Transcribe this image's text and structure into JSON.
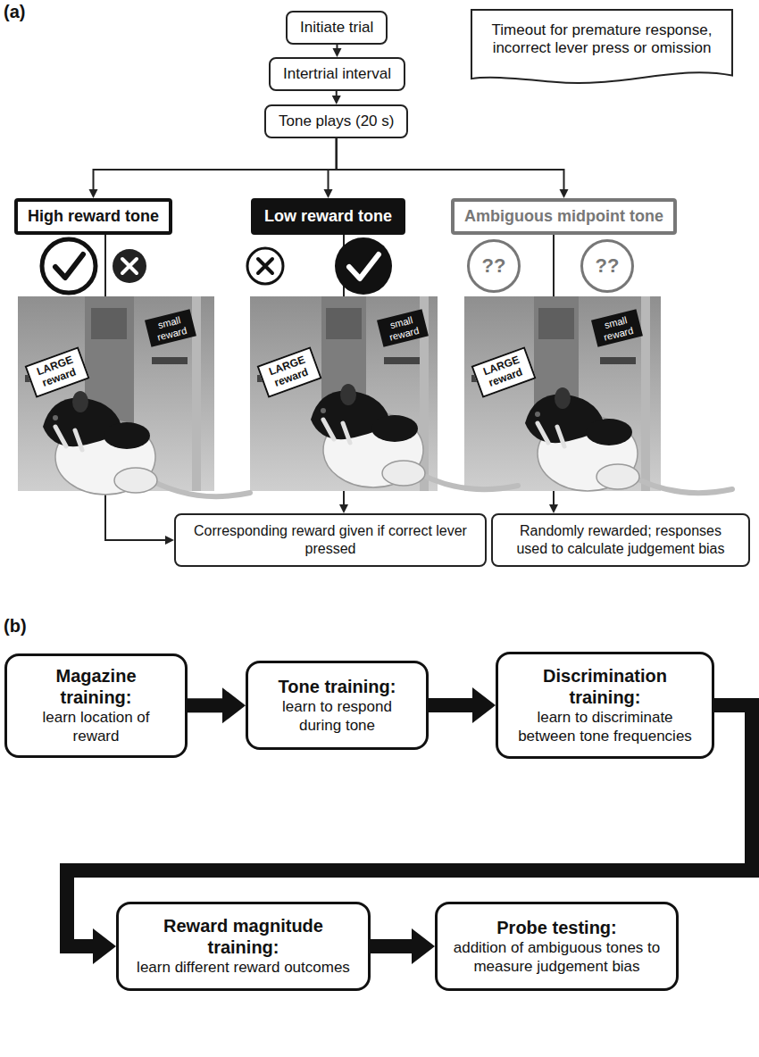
{
  "diagram": {
    "nodes": [
      {
        "text": [
          "Initiate trial"
        ]
      },
      {
        "text": [
          "Intertrial interval"
        ]
      },
      {
        "text": [
          "Tone plays (20 s)"
        ]
      },
      {
        "text": [
          "Timeout for premature response, incorrect lever press or omission"
        ]
      },
      {
        "text": [
          "High reward tone"
        ]
      },
      {
        "text": [
          "Low reward tone"
        ]
      },
      {
        "text": [
          "Ambiguous midpoint tone"
        ]
      },
      {
        "text": [
          "??"
        ]
      },
      {
        "text": [
          "??"
        ]
      },
      {
        "text": [
          "Corresponding reward given if correct lever pressed"
        ]
      },
      {
        "text": [
          "Randomly rewarded; responses used to calculate judgement bias"
        ]
      },
      {
        "text": [
          "Magazine training:",
          "learn location of reward"
        ]
      },
      {
        "text": [
          "Tone training:",
          "learn to respond during tone"
        ]
      },
      {
        "text": [
          "Discrimination training:",
          "learn to discriminate between tone frequencies"
        ]
      },
      {
        "text": [
          "Reward magnitude training:",
          "learn different reward outcomes"
        ]
      },
      {
        "text": [
          "Probe testing:",
          "addition of ambiguous tones to measure judgement bias"
        ]
      }
    ],
    "edges": [
      {
        "from": 0,
        "to": 1,
        "arrow": "to"
      },
      {
        "from": 1,
        "to": 2,
        "arrow": "to"
      },
      {
        "from": 2,
        "to": 4,
        "arrow": "to"
      },
      {
        "from": 2,
        "to": 5,
        "arrow": "to"
      },
      {
        "from": 2,
        "to": 6,
        "arrow": "to"
      },
      {
        "from": 4,
        "to": 9,
        "arrow": "to"
      },
      {
        "from": 5,
        "to": 9,
        "arrow": "to"
      },
      {
        "from": 6,
        "to": 10,
        "arrow": "to"
      },
      {
        "from": 11,
        "to": 12,
        "arrow": "to"
      },
      {
        "from": 12,
        "to": 13,
        "arrow": "to"
      },
      {
        "from": 13,
        "to": 14,
        "arrow": "to"
      },
      {
        "from": 14,
        "to": 15,
        "arrow": "to"
      }
    ],
    "labels": [
      "(a)",
      "LARGE reward",
      "small reward",
      "LARGE reward",
      "small reward",
      "LARGE reward",
      "small reward",
      "(b)"
    ]
  }
}
